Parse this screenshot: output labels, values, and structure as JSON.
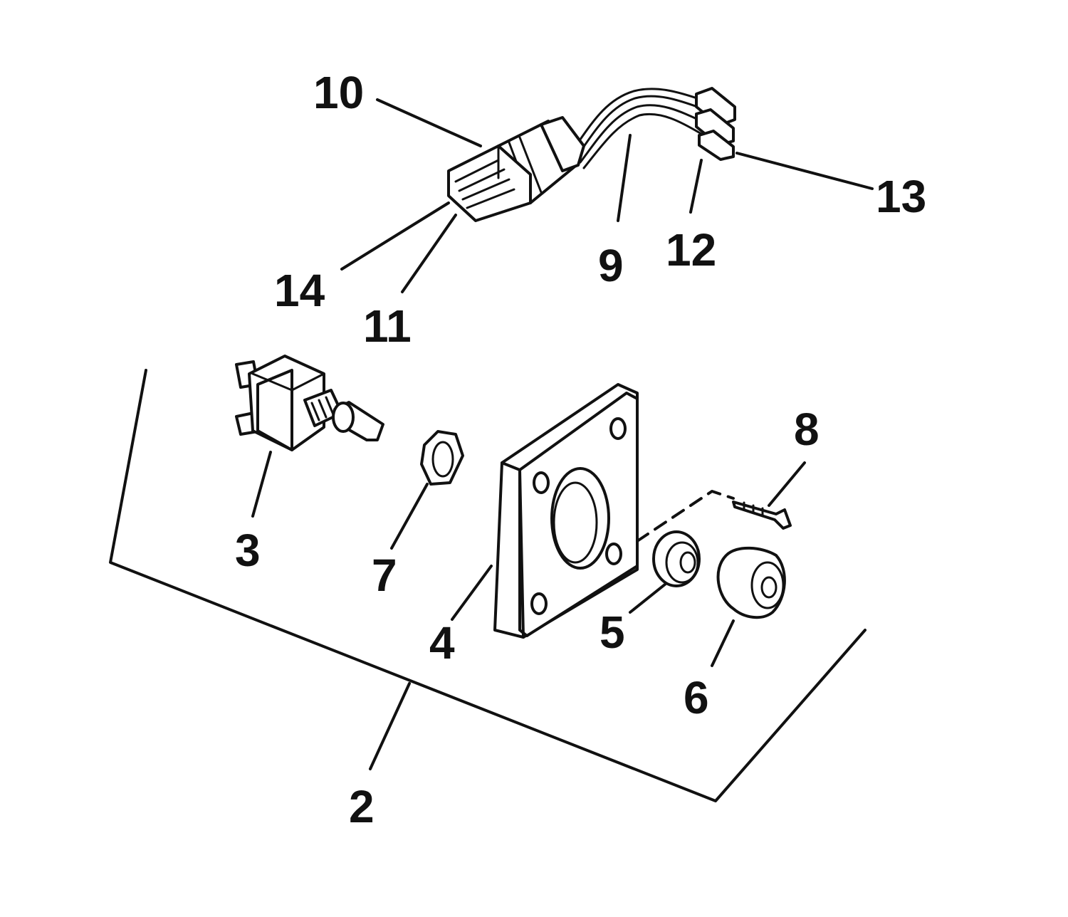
{
  "diagram": {
    "callouts": {
      "c2": "2",
      "c3": "3",
      "c4": "4",
      "c5": "5",
      "c6": "6",
      "c7": "7",
      "c8": "8",
      "c9": "9",
      "c10": "10",
      "c11": "11",
      "c12": "12",
      "c13": "13",
      "c14": "14"
    },
    "ink_color": "#111111",
    "background_color": "#ffffff"
  }
}
